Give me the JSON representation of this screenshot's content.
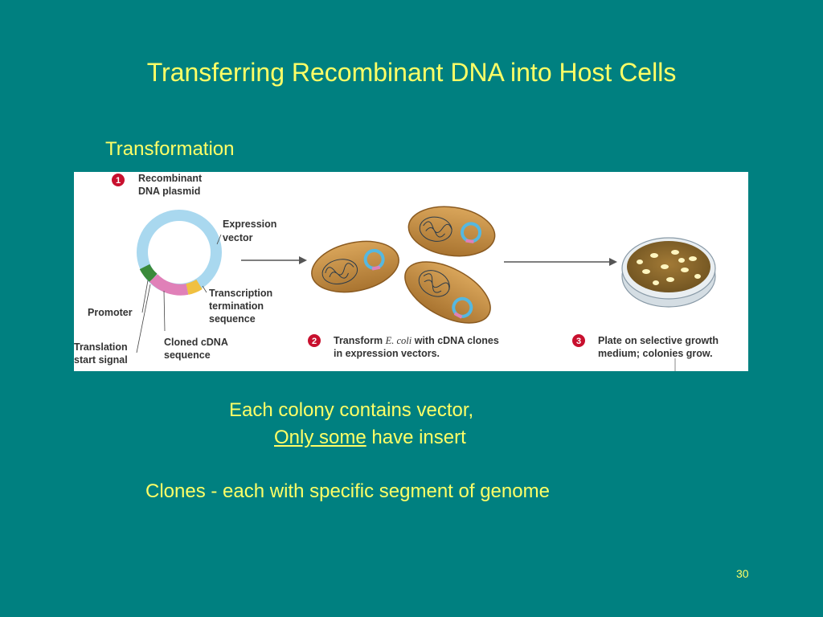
{
  "title": "Transferring Recombinant DNA into Host Cells",
  "subtitle": "Transformation",
  "figure": {
    "step1_number": "1",
    "step1_line1": "Recombinant",
    "step1_line2": "DNA plasmid",
    "expression_vector_line1": "Expression",
    "expression_vector_line2": "vector",
    "transcription_line1": "Transcription",
    "transcription_line2": "termination",
    "transcription_line3": "sequence",
    "promoter": "Promoter",
    "cloned_line1": "Cloned cDNA",
    "cloned_line2": "sequence",
    "translation_line1": "Translation",
    "translation_line2": "start signal",
    "step2_number": "2",
    "step2_line1_a": "Transform ",
    "step2_line1_b": "E. coli",
    "step2_line1_c": " with cDNA clones",
    "step2_line2": "in expression vectors.",
    "step3_number": "3",
    "step3_line1": "Plate on selective growth",
    "step3_line2": "medium; colonies grow."
  },
  "body": {
    "line1": "Each colony contains vector,",
    "line2_underlined": "Only some",
    "line2_rest": " have insert",
    "line3": "Clones - each with specific segment of genome"
  },
  "page_number": "30",
  "colors": {
    "background": "#008080",
    "text": "#ffff66",
    "plasmid": "#a9d8ef",
    "cell_body": "#c8944a",
    "badge": "#c8102e"
  }
}
